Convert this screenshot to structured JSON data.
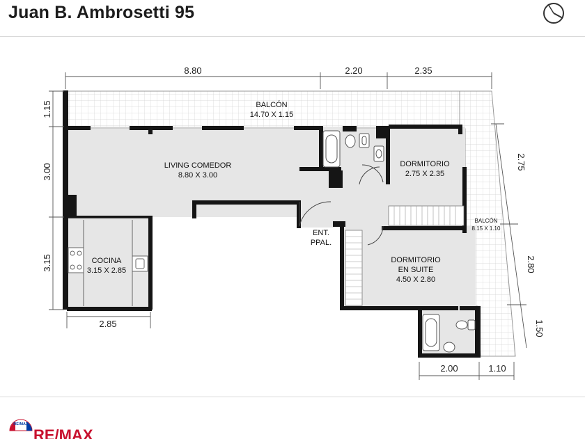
{
  "header": {
    "title": "Juan B. Ambrosetti 95",
    "compass_icon": "north-arrow-icon"
  },
  "plan": {
    "rooms": {
      "balcon_top": {
        "name": "BALCÓN",
        "size": "14.70 X 1.15"
      },
      "living": {
        "name": "LIVING COMEDOR",
        "size": "8.80 X 3.00"
      },
      "dormitorio": {
        "name": "DORMITORIO",
        "size": "2.75 X 2.35"
      },
      "cocina": {
        "name": "COCINA",
        "size": "3.15 X 2.85"
      },
      "suite": {
        "line1": "DORMITORIO",
        "line2": "EN SUITE",
        "size": "4.50 X 2.80"
      },
      "balcon_side": {
        "name": "BALCÓN",
        "size": "8.15 X 1.10"
      },
      "entrance": {
        "line1": "ENT.",
        "line2": "PPAL."
      }
    },
    "dimensions": {
      "top": [
        "8.80",
        "2.20",
        "2.35"
      ],
      "left": [
        "1.15",
        "3.00",
        "3.15"
      ],
      "right": [
        "2.75",
        "2.80",
        "1.50"
      ],
      "bottom": [
        "2.85",
        "2.00",
        "1.10"
      ]
    },
    "colors": {
      "wall": "#151515",
      "floor": "#e6e6e6",
      "balcony": "#ffffff",
      "tile_line": "#d4d4d4"
    }
  },
  "footer": {
    "brand_top": "RE/MAX",
    "brand_main": "RE/MAX",
    "logo_icon": "remax-balloon-icon"
  }
}
